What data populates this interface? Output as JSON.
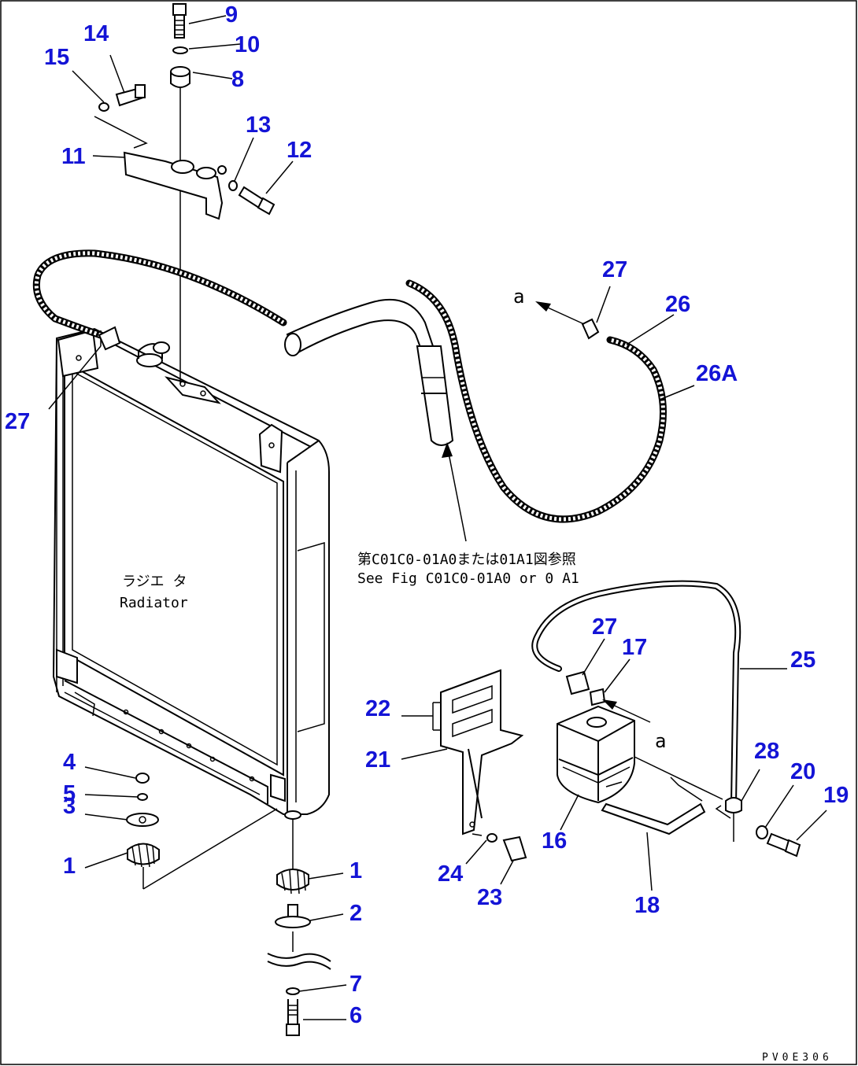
{
  "callouts": [
    {
      "id": "9",
      "label": "9"
    },
    {
      "id": "10",
      "label": "10"
    },
    {
      "id": "8",
      "label": "8"
    },
    {
      "id": "14",
      "label": "14"
    },
    {
      "id": "15",
      "label": "15"
    },
    {
      "id": "13",
      "label": "13"
    },
    {
      "id": "12",
      "label": "12"
    },
    {
      "id": "11",
      "label": "11"
    },
    {
      "id": "27a",
      "label": "27"
    },
    {
      "id": "26",
      "label": "26"
    },
    {
      "id": "26A",
      "label": "26A"
    },
    {
      "id": "27b",
      "label": "27"
    },
    {
      "id": "27c",
      "label": "27"
    },
    {
      "id": "17",
      "label": "17"
    },
    {
      "id": "25",
      "label": "25"
    },
    {
      "id": "22",
      "label": "22"
    },
    {
      "id": "21",
      "label": "21"
    },
    {
      "id": "28",
      "label": "28"
    },
    {
      "id": "20",
      "label": "20"
    },
    {
      "id": "19",
      "label": "19"
    },
    {
      "id": "16",
      "label": "16"
    },
    {
      "id": "24",
      "label": "24"
    },
    {
      "id": "23",
      "label": "23"
    },
    {
      "id": "18",
      "label": "18"
    },
    {
      "id": "4",
      "label": "4"
    },
    {
      "id": "5",
      "label": "5"
    },
    {
      "id": "3",
      "label": "3"
    },
    {
      "id": "1a",
      "label": "1"
    },
    {
      "id": "1b",
      "label": "1"
    },
    {
      "id": "2",
      "label": "2"
    },
    {
      "id": "7",
      "label": "7"
    },
    {
      "id": "6",
      "label": "6"
    }
  ],
  "note": {
    "line1": "第C01C0-01A0または01A1図参照",
    "line2": "See Fig C01C0-01A0 or 0 A1"
  },
  "radiator_label": {
    "jp": "ラジエ タ",
    "en": "Radiator"
  },
  "view_marker": "a",
  "drawing_code": "PV0E306"
}
